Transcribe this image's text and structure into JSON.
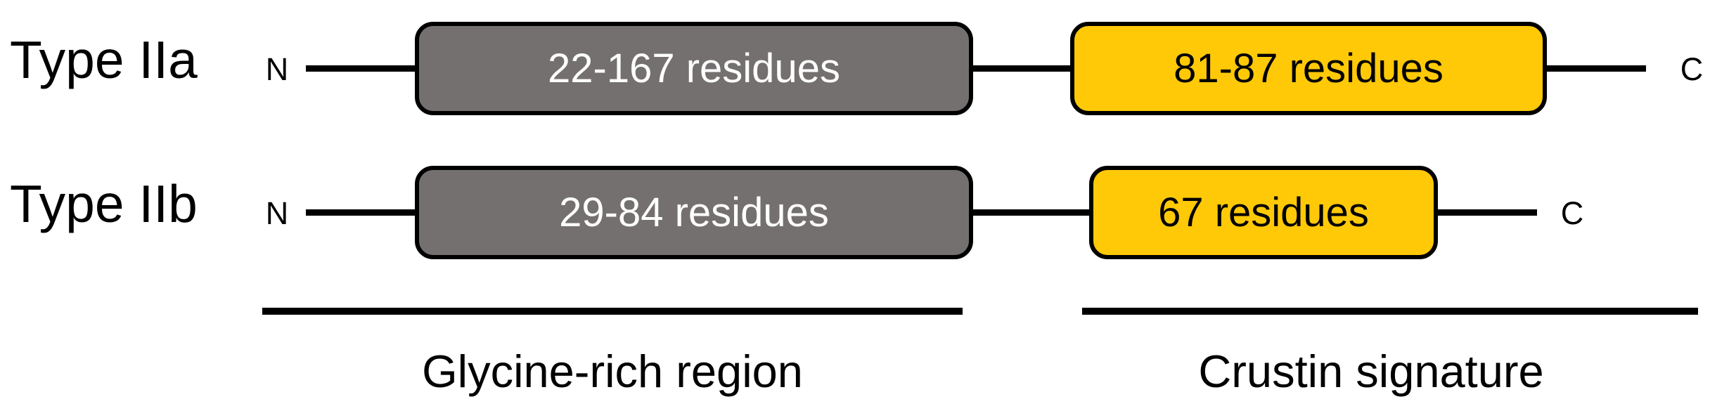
{
  "figure": {
    "rows": [
      {
        "type_label": "Type IIa",
        "n_terminus": "N",
        "c_terminus": "C",
        "glycine_domain": "22-167 residues",
        "crustin_domain": "81-87 residues"
      },
      {
        "type_label": "Type IIb",
        "n_terminus": "N",
        "c_terminus": "C",
        "glycine_domain": "29-84 residues",
        "crustin_domain": "67 residues"
      }
    ],
    "region_labels": {
      "glycine": "Glycine-rich region",
      "crustin": "Crustin signature"
    },
    "colors": {
      "glycine_fill": "#747070",
      "crustin_fill": "#FFC907",
      "outline": "#000000",
      "text_on_gray": "#FFFFFF",
      "text_on_yellow": "#000000"
    }
  }
}
